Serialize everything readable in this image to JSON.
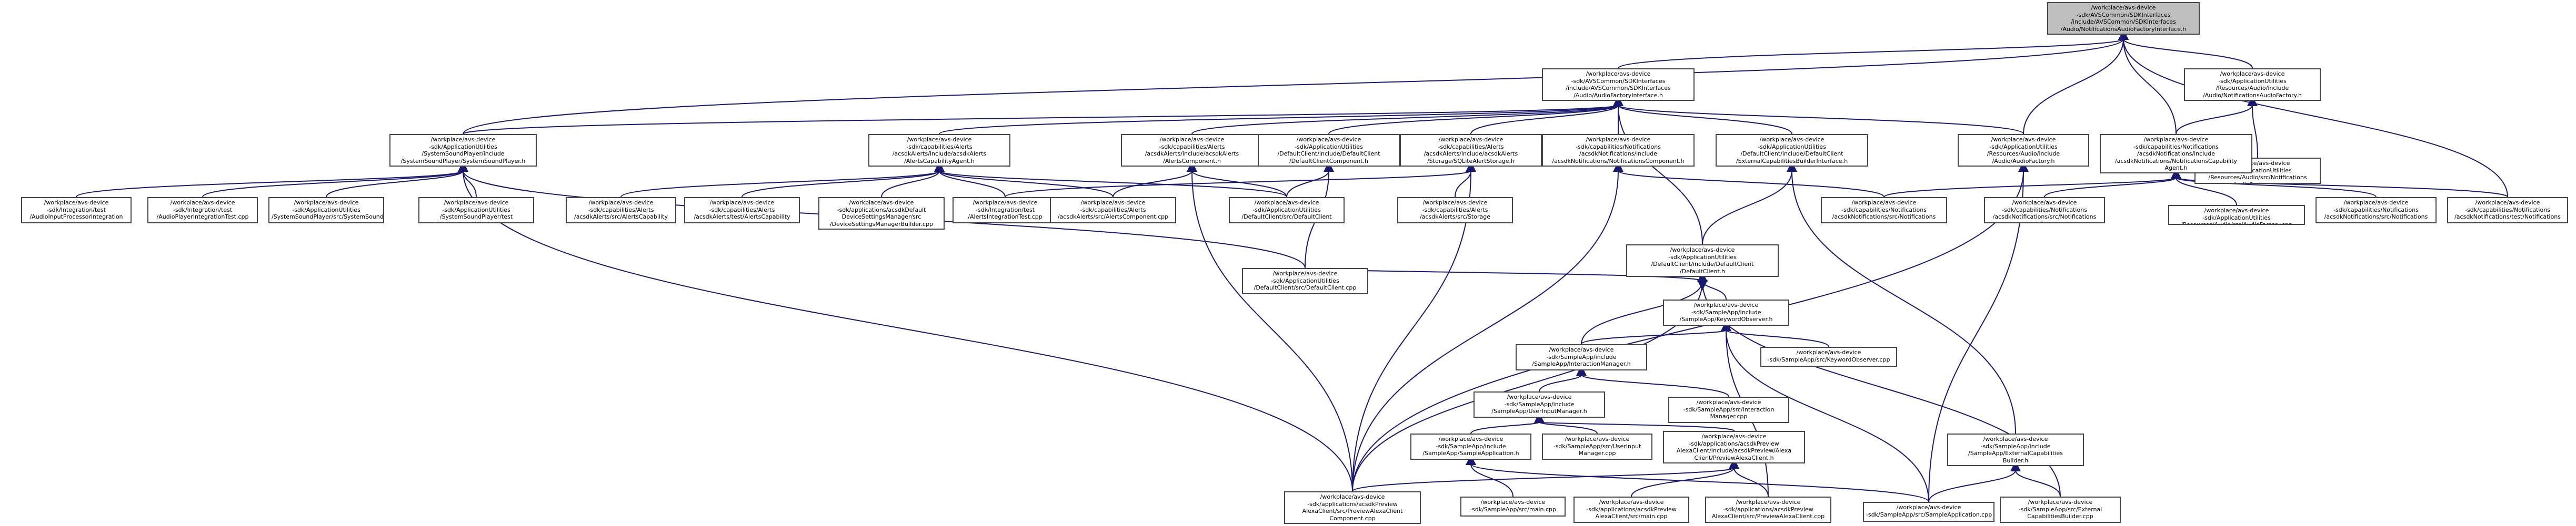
{
  "nodes": [
    {
      "id": "root",
      "lines": [
        "/workplace/avs-device",
        "-sdk/AVSCommon/SDKInterfaces",
        "/include/AVSCommon/SDKInterfaces",
        "/Audio/NotificationsAudioFactoryInterface.h"
      ],
      "root": true
    },
    {
      "id": "afi",
      "lines": [
        "/workplace/avs-device",
        "-sdk/AVSCommon/SDKInterfaces",
        "/include/AVSCommon/SDKInterfaces",
        "/Audio/AudioFactoryInterface.h"
      ]
    },
    {
      "id": "naf_h",
      "lines": [
        "/workplace/avs-device",
        "-sdk/ApplicationUtilities",
        "/Resources/Audio/include",
        "/Audio/NotificationsAudioFactory.h"
      ]
    },
    {
      "id": "naf_cpp",
      "lines": [
        "/workplace/avs-device",
        "-sdk/ApplicationUtilities",
        "/Resources/Audio/src/Notifications",
        "AudioFactory.cpp"
      ]
    },
    {
      "id": "sspl_h",
      "lines": [
        "/workplace/avs-device",
        "-sdk/ApplicationUtilities",
        "/SystemSoundPlayer/include",
        "/SystemSoundPlayer/SystemSoundPlayer.h"
      ]
    },
    {
      "id": "alerts_cap_h",
      "lines": [
        "/workplace/avs-device",
        "-sdk/capabilities/Alerts",
        "/acsdkAlerts/include/acsdkAlerts",
        "/AlertsCapabilityAgent.h"
      ]
    },
    {
      "id": "alerts_comp_h",
      "lines": [
        "/workplace/avs-device",
        "-sdk/capabilities/Alerts",
        "/acsdkAlerts/include/acsdkAlerts",
        "/AlertsComponent.h"
      ]
    },
    {
      "id": "dcc_h",
      "lines": [
        "/workplace/avs-device",
        "-sdk/ApplicationUtilities",
        "/DefaultClient/include/DefaultClient",
        "/DefaultClientComponent.h"
      ]
    },
    {
      "id": "sqlite_h",
      "lines": [
        "/workplace/avs-device",
        "-sdk/capabilities/Alerts",
        "/acsdkAlerts/include/acsdkAlerts",
        "/Storage/SQLiteAlertStorage.h"
      ]
    },
    {
      "id": "notif_comp_h",
      "lines": [
        "/workplace/avs-device",
        "-sdk/capabilities/Notifications",
        "/acsdkNotifications/include",
        "/acsdkNotifications/NotificationsComponent.h"
      ]
    },
    {
      "id": "ecb_h",
      "lines": [
        "/workplace/avs-device",
        "-sdk/ApplicationUtilities",
        "/DefaultClient/include/DefaultClient",
        "/ExternalCapabilitiesBuilderInterface.h"
      ]
    },
    {
      "id": "audio_factory_h",
      "lines": [
        "/workplace/avs-device",
        "-sdk/ApplicationUtilities",
        "/Resources/Audio/include",
        "/Audio/AudioFactory.h"
      ]
    },
    {
      "id": "notif_cap_h",
      "lines": [
        "/workplace/avs-device",
        "-sdk/capabilities/Notifications",
        "/acsdkNotifications/include",
        "/acsdkNotifications/NotificationsCapability",
        "Agent.h"
      ]
    },
    {
      "id": "audio_factory_h2",
      "lines": [
        "/workplace/avs-device",
        "-sdk/ApplicationUtilities",
        "/Resources/Audio/include",
        "/Audio/AudioFactory.h"
      ]
    },
    {
      "id": "af_cpp",
      "lines": [
        "/workplace/avs-device",
        "-sdk/ApplicationUtilities",
        "/Resources/Audio/src/Audio",
        "Factory.cpp"
      ]
    },
    {
      "id": "t_audioinput",
      "lines": [
        "/workplace/avs-device",
        "-sdk/Integration/test",
        "/AudioInputProcessorIntegration",
        "Test.cpp"
      ]
    },
    {
      "id": "t_audioplayer",
      "lines": [
        "/workplace/avs-device",
        "-sdk/Integration/test",
        "/AudioPlayerIntegrationTest.cpp"
      ]
    },
    {
      "id": "sspl_cpp",
      "lines": [
        "/workplace/avs-device",
        "-sdk/ApplicationUtilities",
        "/SystemSoundPlayer/src/SystemSound",
        "Player.cpp"
      ]
    },
    {
      "id": "sspl_test",
      "lines": [
        "/workplace/avs-device",
        "-sdk/ApplicationUtilities",
        "/SystemSoundPlayer/test",
        "/SystemSoundPlayerTest.cpp"
      ]
    },
    {
      "id": "alerts_int_test",
      "lines": [
        "/workplace/avs-device",
        "-sdk/Integration/test",
        "/AlertsIntegrationTest.cpp"
      ]
    },
    {
      "id": "alerts_cap_cpp",
      "lines": [
        "/workplace/avs-device",
        "-sdk/capabilities/Alerts",
        "/acsdkAlerts/src/AlertsCapability",
        "Agent.cpp"
      ]
    },
    {
      "id": "alerts_cap_test",
      "lines": [
        "/workplace/avs-device",
        "-sdk/capabilities/Alerts",
        "/acsdkAlerts/test/AlertsCapability",
        "AgentTest.cpp"
      ]
    },
    {
      "id": "dsm_cpp",
      "lines": [
        "/workplace/avs-device",
        "-sdk/applications/acsdkDefault",
        "DeviceSettingsManager/src",
        "/DeviceSettingsManagerBuilder.cpp"
      ]
    },
    {
      "id": "alerts_comp_cpp",
      "lines": [
        "/workplace/avs-device",
        "-sdk/capabilities/Alerts",
        "/acsdkAlerts/src/AlertsComponent.cpp"
      ]
    },
    {
      "id": "dcc_cpp",
      "lines": [
        "/workplace/avs-device",
        "-sdk/ApplicationUtilities",
        "/DefaultClient/src/DefaultClient",
        "Component.cpp"
      ]
    },
    {
      "id": "sqlite_cpp",
      "lines": [
        "/workplace/avs-device",
        "-sdk/capabilities/Alerts",
        "/acsdkAlerts/src/Storage",
        "/SQLiteAlertStorage.cpp"
      ]
    },
    {
      "id": "notif_comp_cpp",
      "lines": [
        "/workplace/avs-device",
        "-sdk/capabilities/Notifications",
        "/acsdkNotifications/src/Notifications",
        "Component.cpp"
      ]
    },
    {
      "id": "dc_h",
      "lines": [
        "/workplace/avs-device",
        "-sdk/ApplicationUtilities",
        "/DefaultClient/include/DefaultClient",
        "/DefaultClient.h"
      ]
    },
    {
      "id": "dc_cpp",
      "lines": [
        "/workplace/avs-device",
        "-sdk/ApplicationUtilities",
        "/DefaultClient/src/DefaultClient.cpp"
      ]
    },
    {
      "id": "kwo_h",
      "lines": [
        "/workplace/avs-device",
        "-sdk/SampleApp/include",
        "/SampleApp/KeywordObserver.h"
      ]
    },
    {
      "id": "kwo_cpp",
      "lines": [
        "/workplace/avs-device",
        "-sdk/SampleApp/src/KeywordObserver.cpp"
      ]
    },
    {
      "id": "im_h",
      "lines": [
        "/workplace/avs-device",
        "-sdk/SampleApp/include",
        "/SampleApp/InteractionManager.h"
      ]
    },
    {
      "id": "im_cpp",
      "lines": [
        "/workplace/avs-device",
        "-sdk/SampleApp/src/Interaction",
        "Manager.cpp"
      ]
    },
    {
      "id": "uim_h",
      "lines": [
        "/workplace/avs-device",
        "-sdk/SampleApp/include",
        "/SampleApp/UserInputManager.h"
      ]
    },
    {
      "id": "sa_h",
      "lines": [
        "/workplace/avs-device",
        "-sdk/SampleApp/include",
        "/SampleApp/SampleApplication.h"
      ]
    },
    {
      "id": "uim_cpp",
      "lines": [
        "/workplace/avs-device",
        "-sdk/SampleApp/src/UserInput",
        "Manager.cpp"
      ]
    },
    {
      "id": "pac_h",
      "lines": [
        "/workplace/avs-device",
        "-sdk/applications/acsdkPreview",
        "AlexaClient/include/acsdkPreview/Alexa",
        "Client/PreviewAlexaClient.h"
      ]
    },
    {
      "id": "ecb_sa_h",
      "lines": [
        "/workplace/avs-device",
        "-sdk/SampleApp/include",
        "/SampleApp/ExternalCapabilities",
        "Builder.h"
      ]
    },
    {
      "id": "main_cpp",
      "lines": [
        "/workplace/avs-device",
        "-sdk/SampleApp/src/main.cpp"
      ]
    },
    {
      "id": "pac_main",
      "lines": [
        "/workplace/avs-device",
        "-sdk/applications/acsdkPreview",
        "AlexaClient/src/main.cpp"
      ]
    },
    {
      "id": "pac_cpp",
      "lines": [
        "/workplace/avs-device",
        "-sdk/applications/acsdkPreview",
        "AlexaClient/src/PreviewAlexaClient.cpp"
      ]
    },
    {
      "id": "sa_cpp",
      "lines": [
        "/workplace/avs-device",
        "-sdk/SampleApp/src/SampleApplication.cpp"
      ]
    },
    {
      "id": "ecb_cpp",
      "lines": [
        "/workplace/avs-device",
        "-sdk/SampleApp/src/External",
        "CapabilitiesBuilder.cpp"
      ]
    },
    {
      "id": "pacc_cpp",
      "lines": [
        "/workplace/avs-device",
        "-sdk/applications/acsdkPreview",
        "AlexaClient/src/PreviewAlexaClient",
        "Component.cpp"
      ]
    },
    {
      "id": "notifier_cpp",
      "lines": [
        "/workplace/avs-device",
        "-sdk/capabilities/Notifications",
        "/acsdkNotifications/src/Notifications",
        "Notifier.cpp"
      ]
    },
    {
      "id": "naf_cpp2",
      "lines": [
        "/workplace/avs-device",
        "-sdk/ApplicationUtilities",
        "/Resources/Audio/src/AudioFactory.cpp"
      ]
    },
    {
      "id": "notif_cap_cpp",
      "lines": [
        "/workplace/avs-device",
        "-sdk/capabilities/Notifications",
        "/acsdkNotifications/src/Notifications",
        "CapabilityAgent.cpp"
      ]
    },
    {
      "id": "notif_cap_test",
      "lines": [
        "/workplace/avs-device",
        "-sdk/capabilities/Notifications",
        "/acsdkNotifications/test/Notifications",
        "CapabilityAgentTest.cpp"
      ]
    }
  ]
}
